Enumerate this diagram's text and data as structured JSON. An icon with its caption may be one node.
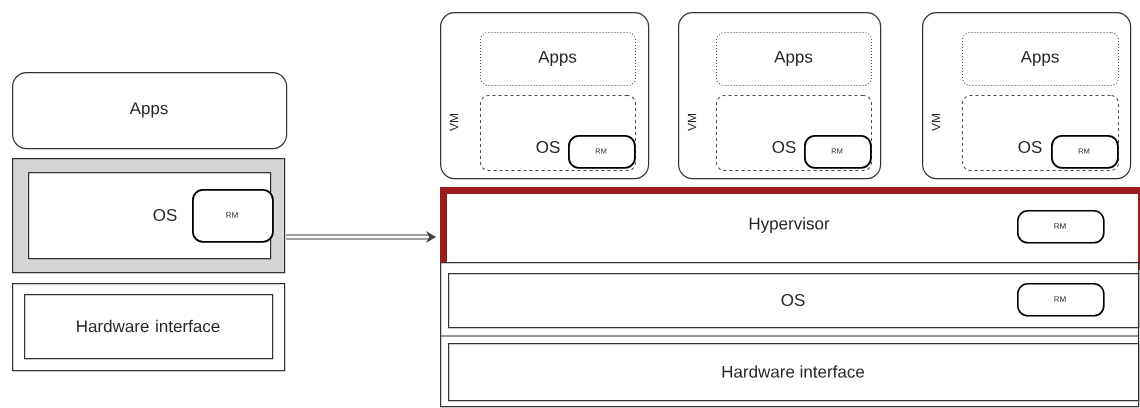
{
  "diagram": {
    "nodes": [
      {
        "text": [
          "Apps"
        ]
      },
      {
        "text": [],
        "shape": "box"
      },
      {
        "text": [
          "OS"
        ],
        "in": 1
      },
      {
        "text": [
          "RM"
        ],
        "in": 2
      },
      {
        "text": [],
        "shape": "box"
      },
      {
        "text": [
          "Hardware interface"
        ],
        "in": 4
      },
      {
        "text": [
          "VM"
        ]
      },
      {
        "text": [
          "Apps"
        ],
        "in": 6
      },
      {
        "text": [
          "OS"
        ],
        "in": 6
      },
      {
        "text": [
          "RM"
        ],
        "in": 8
      },
      {
        "text": [
          "VM"
        ]
      },
      {
        "text": [
          "Apps"
        ],
        "in": 10
      },
      {
        "text": [
          "OS"
        ],
        "in": 10
      },
      {
        "text": [
          "RM"
        ],
        "in": 12
      },
      {
        "text": [
          "VM"
        ]
      },
      {
        "text": [
          "Apps"
        ],
        "in": 14
      },
      {
        "text": [
          "OS"
        ],
        "in": 14
      },
      {
        "text": [
          "RM"
        ],
        "in": 16
      },
      {
        "text": [
          "Hypervisor"
        ]
      },
      {
        "text": [
          "RM"
        ],
        "in": 18
      },
      {
        "text": [],
        "shape": "box"
      },
      {
        "text": [
          "OS"
        ],
        "in": 20
      },
      {
        "text": [
          "RM"
        ],
        "in": 21
      },
      {
        "text": [
          "Hardware interface"
        ],
        "in": 20
      }
    ],
    "edges": [
      {
        "from": 1,
        "to": 18,
        "arrow": "to"
      }
    ]
  }
}
